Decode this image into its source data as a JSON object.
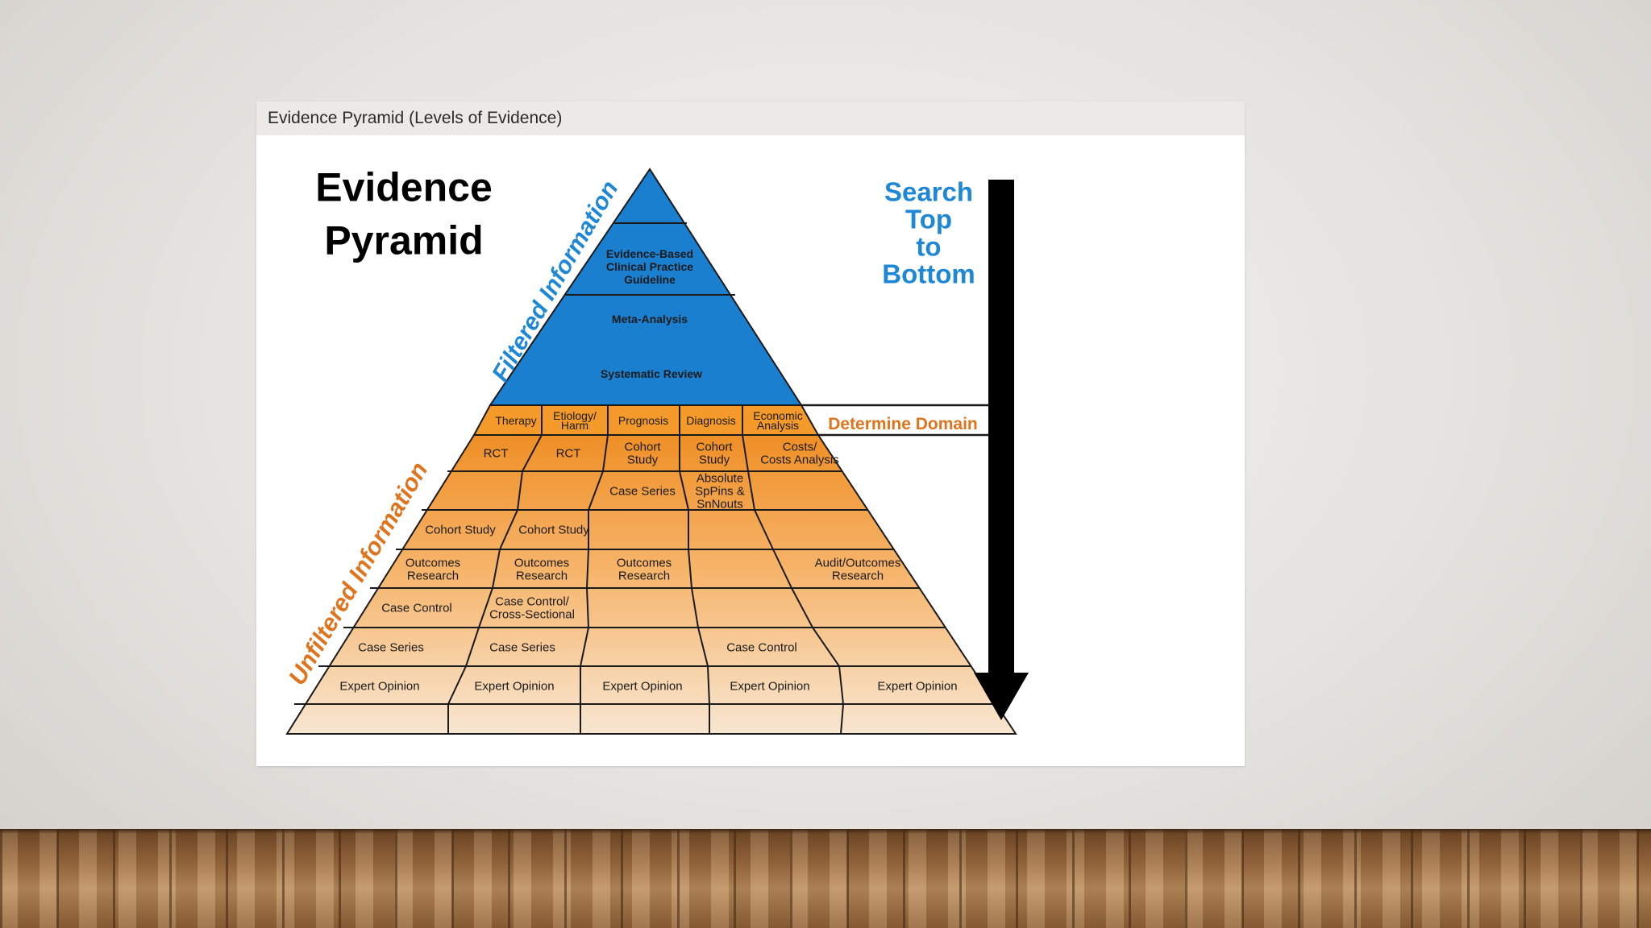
{
  "frame_caption": "Evidence Pyramid (Levels of Evidence)",
  "title_lines": [
    "Evidence",
    "Pyramid"
  ],
  "filtered_label": "Filtered Information",
  "unfiltered_label": "Unfiltered Information",
  "search_lines": [
    "Search",
    "Top",
    "to",
    "Bottom"
  ],
  "determine_domain": "Determine Domain",
  "filtered_levels": [
    [
      "Evidence-Based",
      "Clinical Practice",
      "Guideline"
    ],
    [
      "Meta-Analysis"
    ],
    [
      "Systematic Review"
    ]
  ],
  "domains": [
    [
      "Therapy"
    ],
    [
      "Etiology/",
      "Harm"
    ],
    [
      "Prognosis"
    ],
    [
      "Diagnosis"
    ],
    [
      "Economic",
      "Analysis"
    ]
  ],
  "grid_rows": [
    [
      [
        "RCT"
      ],
      [
        "RCT"
      ],
      [
        "Cohort",
        "Study"
      ],
      [
        "Cohort",
        "Study"
      ],
      [
        "Costs/",
        "Costs Analysis"
      ]
    ],
    [
      [],
      [],
      [
        "Case Series"
      ],
      [
        "Absolute",
        "SpPins &",
        "SnNouts"
      ],
      []
    ],
    [
      [
        "Cohort Study"
      ],
      [
        "Cohort Study"
      ],
      [],
      [],
      []
    ],
    [
      [
        "Outcomes",
        "Research"
      ],
      [
        "Outcomes",
        "Research"
      ],
      [
        "Outcomes",
        "Research"
      ],
      [],
      [
        "Audit/Outcomes",
        "Research"
      ]
    ],
    [
      [
        "Case Control"
      ],
      [
        "Case Control/",
        "Cross-Sectional"
      ],
      [],
      [],
      []
    ],
    [
      [
        "Case Series"
      ],
      [
        "Case Series"
      ],
      [],
      [
        "Case Control"
      ],
      []
    ],
    [
      [
        "Expert Opinion"
      ],
      [
        "Expert Opinion"
      ],
      [
        "Expert Opinion"
      ],
      [
        "Expert Opinion"
      ],
      [
        "Expert Opinion"
      ]
    ]
  ],
  "colors": {
    "blue": "#1b7fd0",
    "blue_text": "#1e88d6",
    "orange_text": "#e0741c",
    "orange_dark": "#ef8f26",
    "orange_light": "#f7e3cc",
    "domain_band": "#f49a2a",
    "ink": "#1a1a1a"
  }
}
